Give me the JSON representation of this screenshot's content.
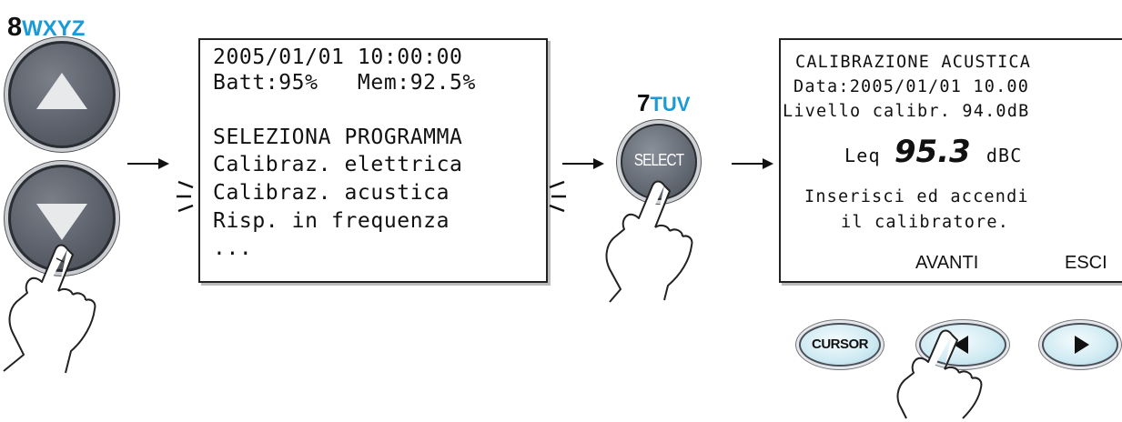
{
  "keys": {
    "up_key_number": "8",
    "up_key_letters": "WXYZ",
    "select_key_number": "7",
    "select_key_letters": "TUV",
    "select_label": "SELECT",
    "cursor_label": "CURSOR"
  },
  "screen1": {
    "lines": [
      "2005/01/01 10:00:00",
      "Batt:95%   Mem:92.5%",
      "",
      "SELEZIONA PROGRAMMA",
      "Calibraz. elettrica",
      "Calibraz. acustica",
      "Risp. in frequenza",
      "..."
    ]
  },
  "screen2": {
    "title": "CALIBRAZIONE ACUSTICA",
    "date_line": "Data:2005/01/01 10.00",
    "level_line": "Livello calibr. 94.0dB",
    "leq_label": "Leq",
    "leq_value": "95.3",
    "leq_unit": "dBC",
    "instruction_1": "Inserisci ed accendi",
    "instruction_2": "il calibratore.",
    "softkey_left": "AVANTI",
    "softkey_right": "ESCI"
  },
  "colors": {
    "key_letters": "#1a9ad6",
    "button_grey": "#5c616b",
    "oval_fill": "#cfeaf2"
  }
}
